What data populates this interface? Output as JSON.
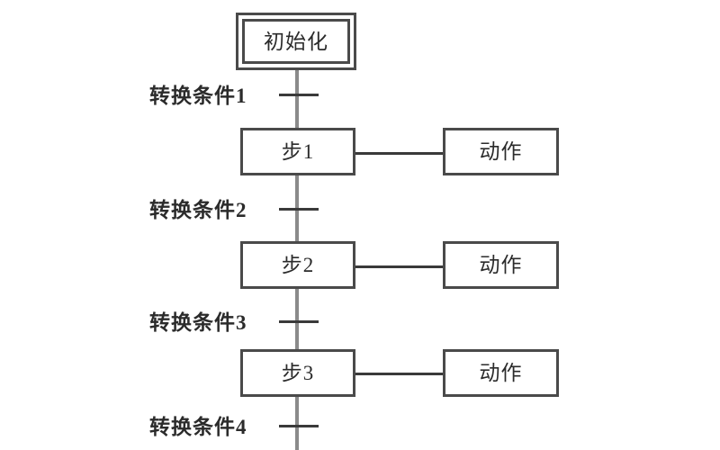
{
  "diagram": {
    "type": "sequential-function-chart",
    "background_color": "#ffffff",
    "line_color_trunk": "#8a8a8a",
    "line_color_branch": "#3a3a3a",
    "box_border_color": "#4a4a4a",
    "text_color": "#2b2b2b",
    "initial_step": {
      "label": "初始化"
    },
    "steps": [
      {
        "label": "步1",
        "action": {
          "label": "动作"
        }
      },
      {
        "label": "步2",
        "action": {
          "label": "动作"
        }
      },
      {
        "label": "步3",
        "action": {
          "label": "动作"
        }
      }
    ],
    "transitions": [
      {
        "label": "转换条件1"
      },
      {
        "label": "转换条件2"
      },
      {
        "label": "转换条件3"
      },
      {
        "label": "转换条件4"
      }
    ]
  }
}
